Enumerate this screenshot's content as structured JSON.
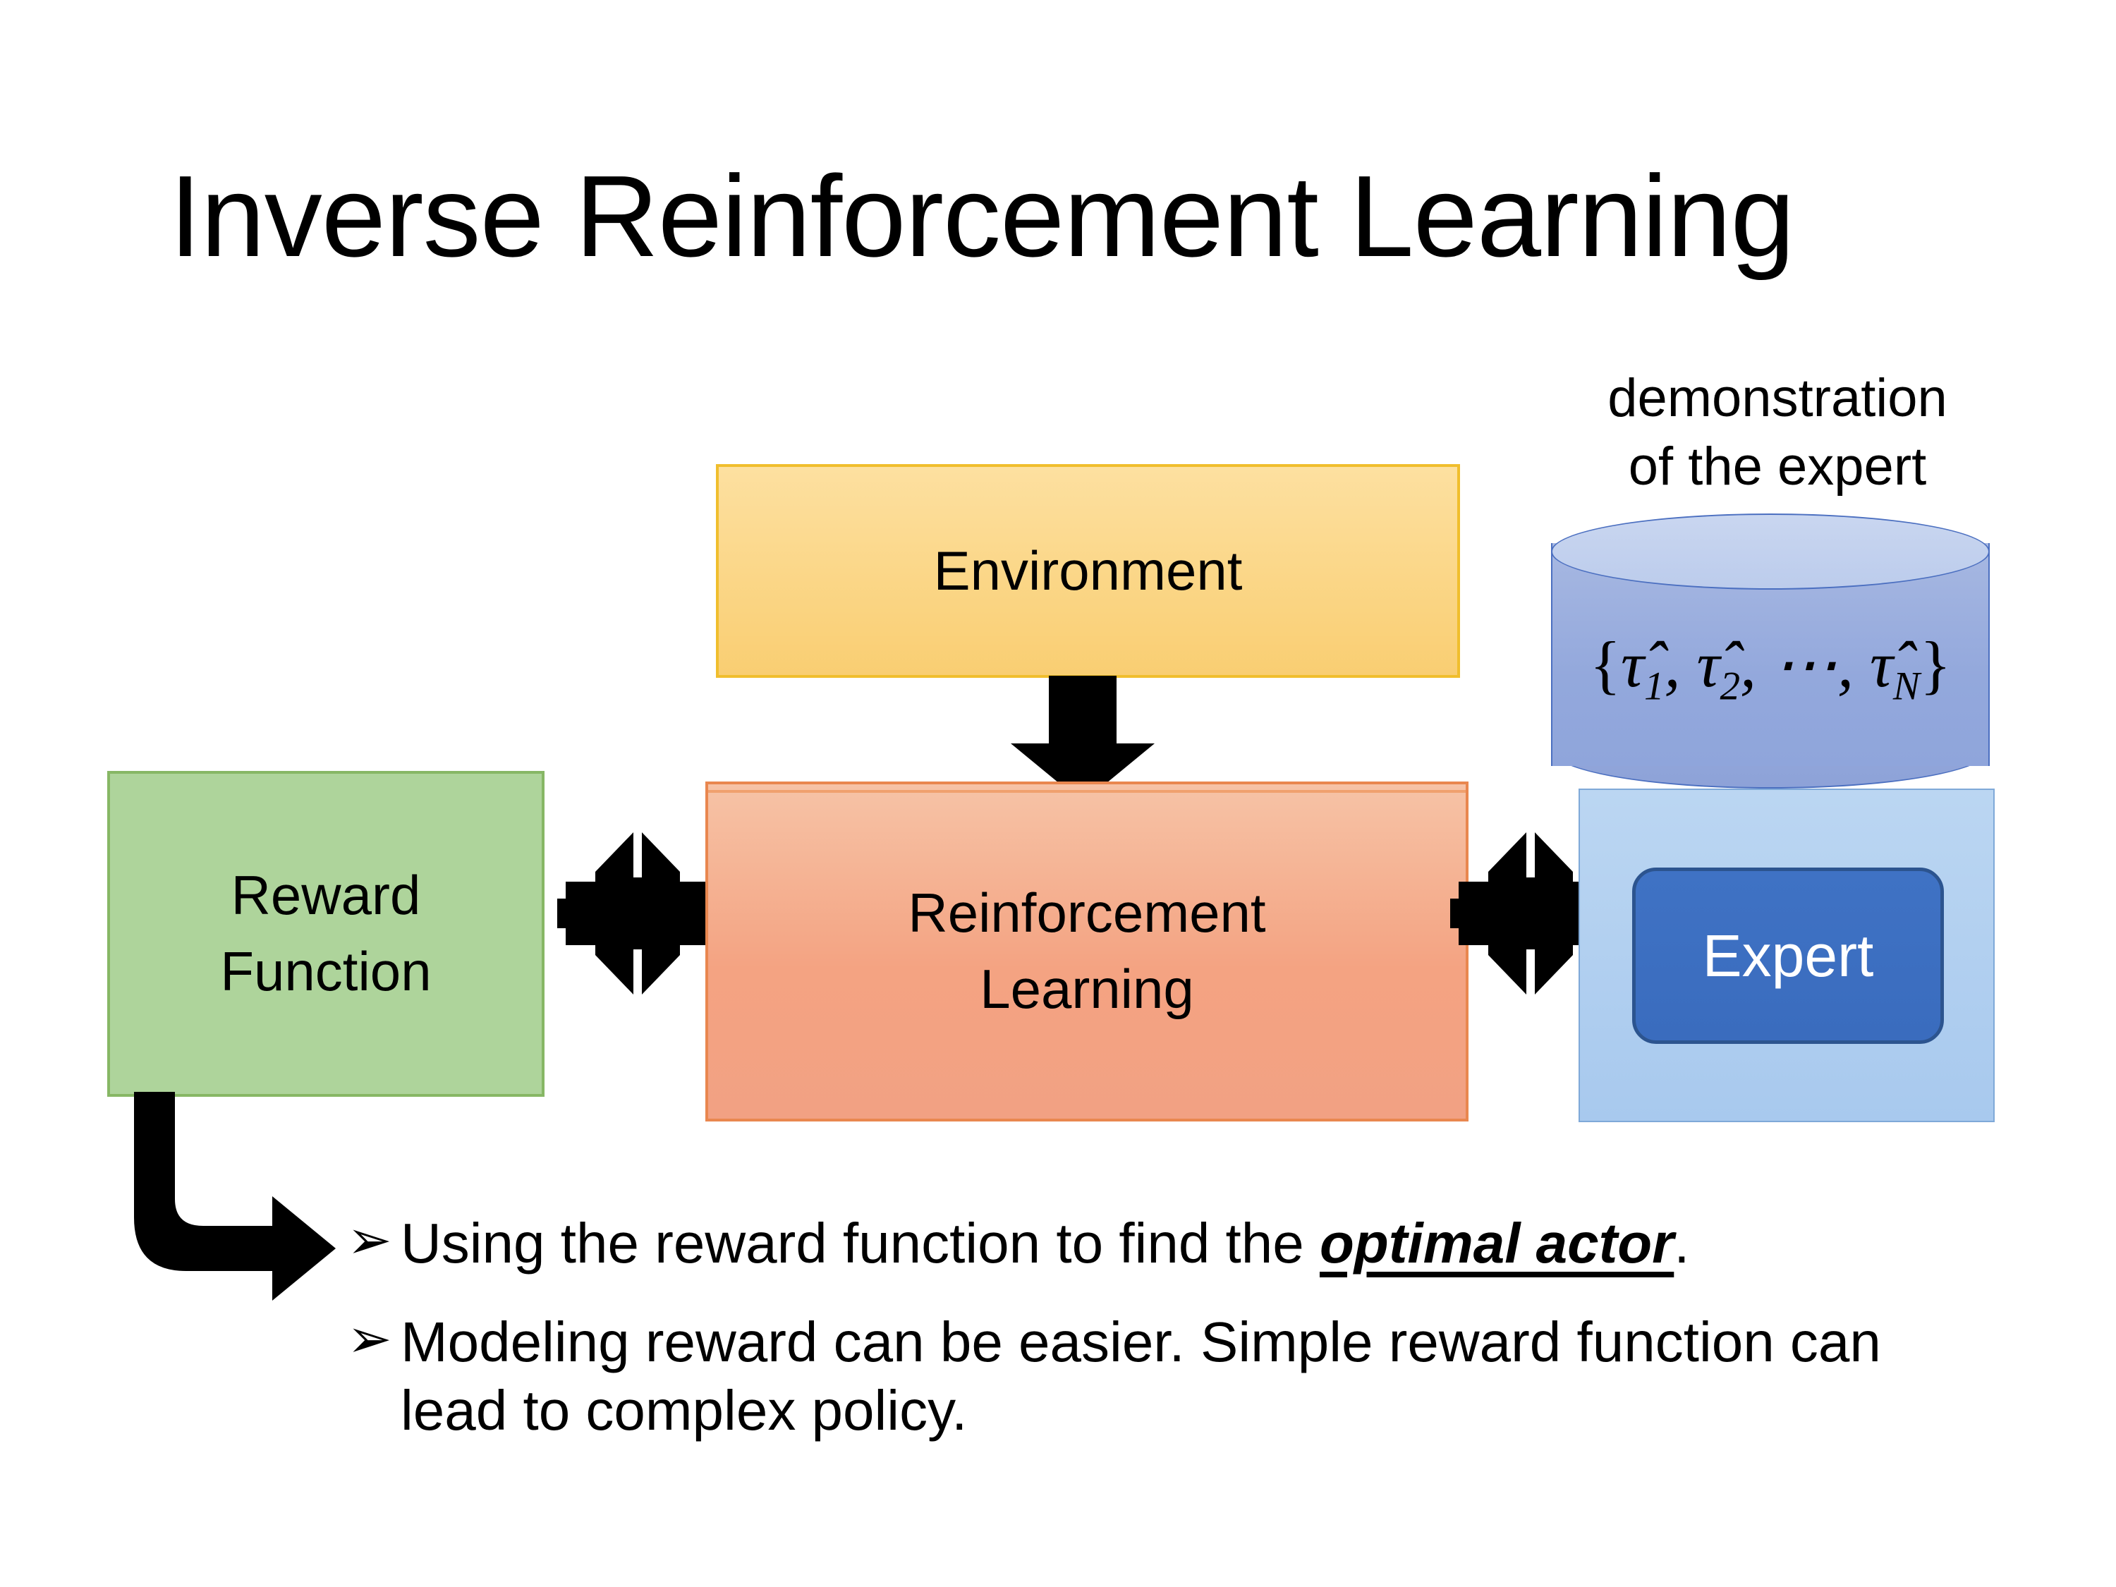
{
  "slide": {
    "title": "Inverse Reinforcement Learning",
    "background_color": "#FFFFFF"
  },
  "diagram": {
    "environment": {
      "label": "Environment",
      "fill_color": "#F9CE72",
      "border_color": "#F0BE2D"
    },
    "reward_function": {
      "label_line1": "Reward",
      "label_line2": "Function",
      "fill_color": "#AED49B",
      "border_color": "#87B765"
    },
    "reinforcement_learning": {
      "label_line1": "Reinforcement",
      "label_line2": "Learning",
      "fill_color": "#F4A382",
      "border_color": "#E9874F"
    },
    "expert_group": {
      "caption_line1": "demonstration",
      "caption_line2": "of the expert",
      "cylinder": {
        "formula_open": "{",
        "formula_tau1": "τ̂",
        "formula_sub1": "1",
        "formula_sep1": ", ",
        "formula_tau2": "τ̂",
        "formula_sub2": "2",
        "formula_sep2": ", ⋯, ",
        "formula_tauN": "τ̂",
        "formula_subN": "N",
        "formula_close": "}",
        "fill_color": "#93A8DC",
        "border_color": "#4B6FC0"
      },
      "pale_panel_color": "#A8C9EE",
      "expert": {
        "label": "Expert",
        "fill_color": "#3A6CBE",
        "border_color": "#2C548F",
        "text_color": "#FFFFFF"
      }
    },
    "arrows": {
      "environment_to_rl": "down-arrow",
      "reward_to_rl": "quad-arrow",
      "rl_to_expert": "quad-arrow",
      "reward_to_bullet": "elbow-arrow",
      "color": "#000000"
    }
  },
  "bullets": {
    "marker": "➢",
    "items": [
      {
        "prefix": "Using the reward function to find the ",
        "emphasis": "optimal actor",
        "suffix": "."
      },
      {
        "prefix": "Modeling reward can be easier. Simple reward function can lead to complex policy.",
        "emphasis": "",
        "suffix": ""
      }
    ]
  }
}
